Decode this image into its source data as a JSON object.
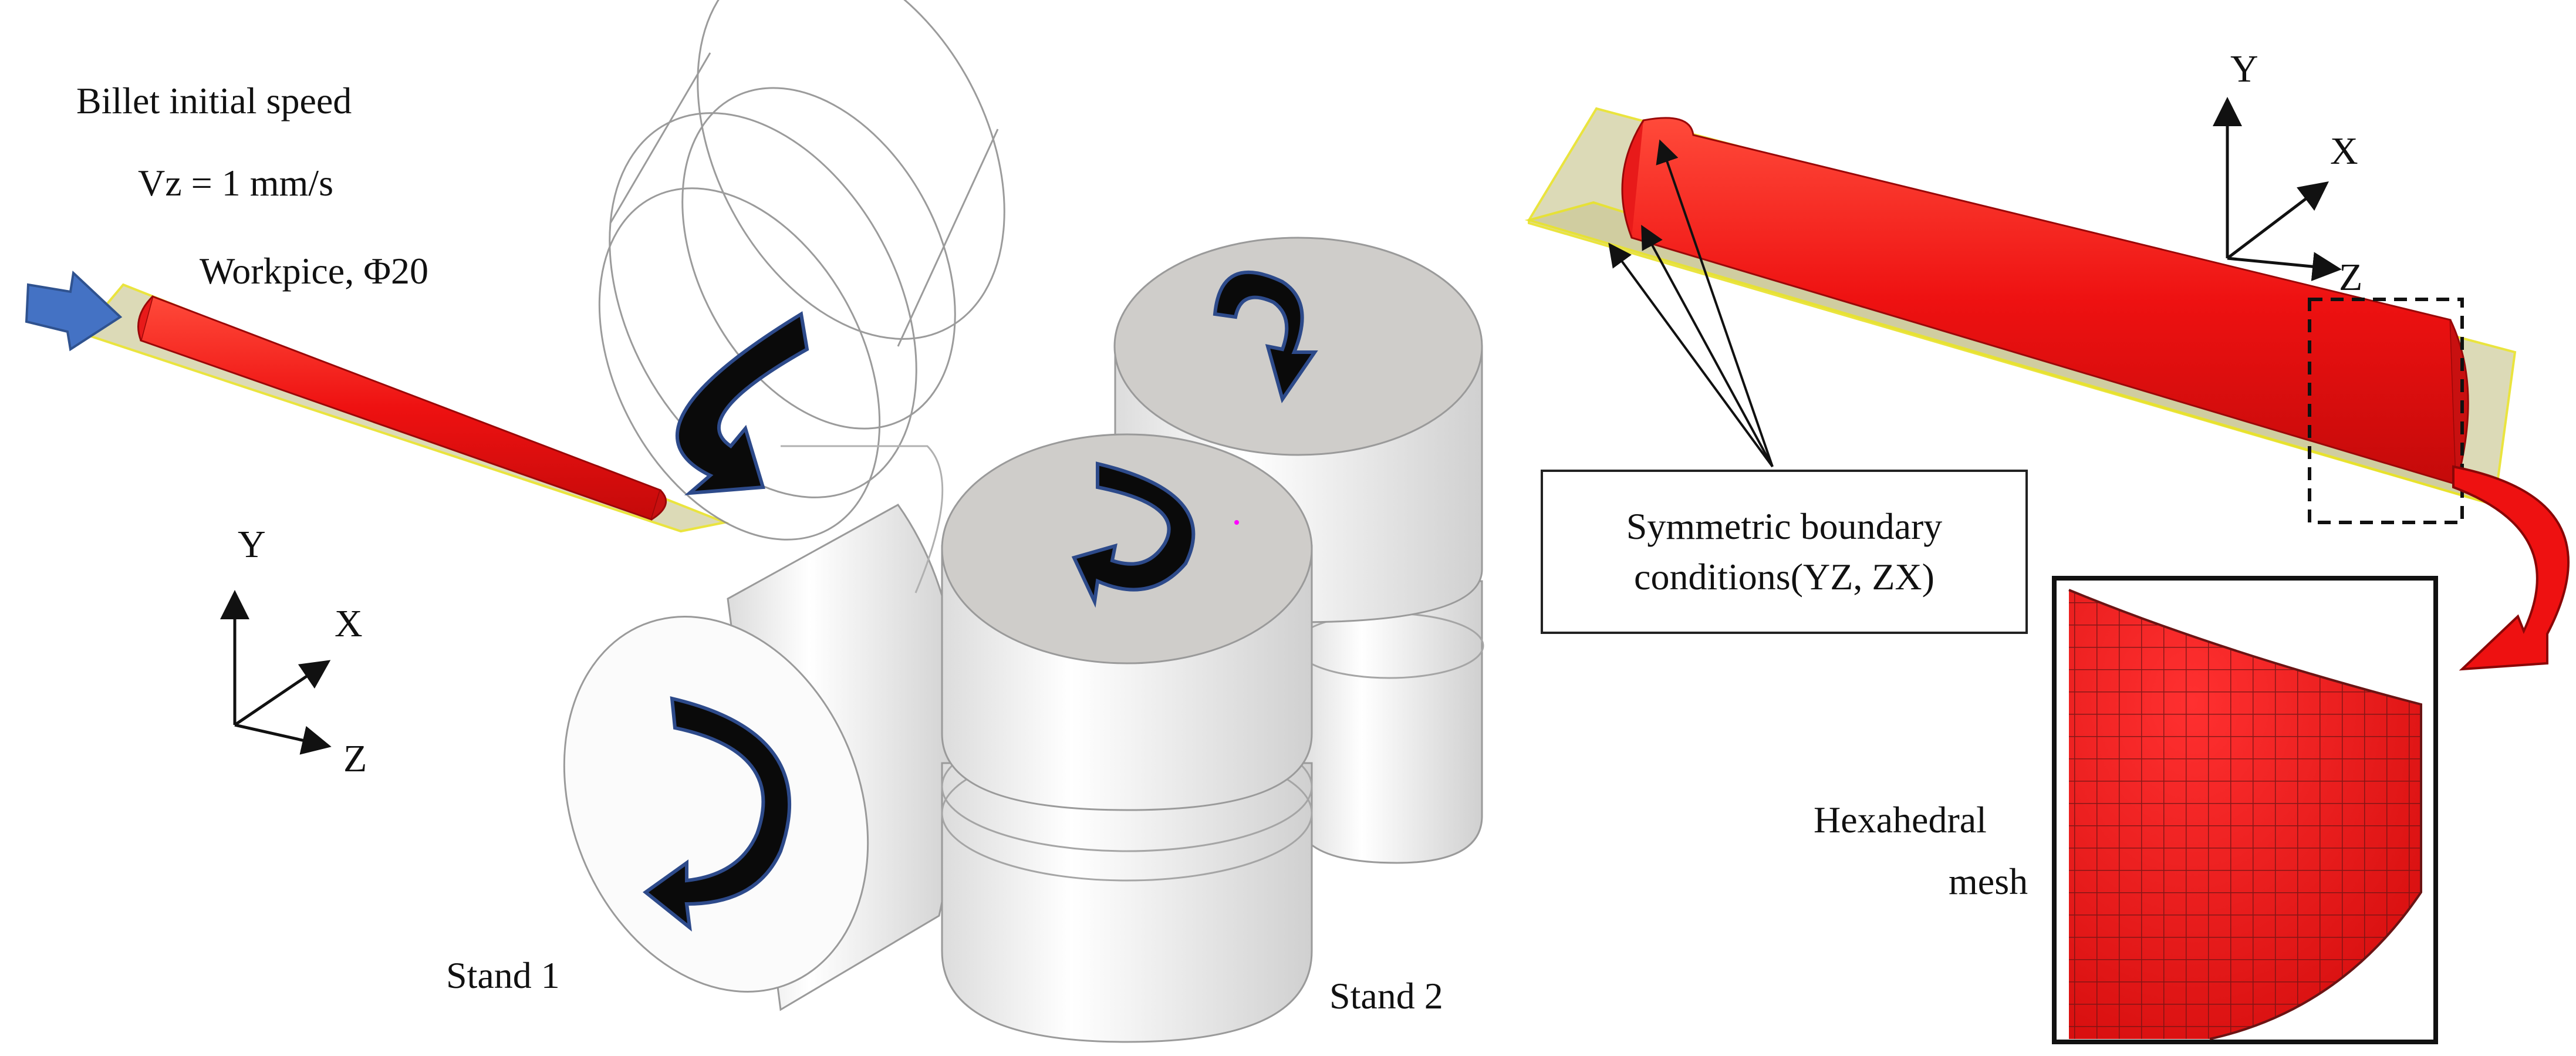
{
  "labels": {
    "billet_line1": "Billet initial speed",
    "billet_line2": "Vz = 1 mm/s",
    "workpiece": "Workpice, Φ20",
    "stand1": "Stand 1",
    "stand2": "Stand 2",
    "symmetric_line1": "Symmetric boundary",
    "symmetric_line2": "conditions(YZ, ZX)",
    "hexa_line1": "Hexahedral",
    "hexa_line2": "mesh"
  },
  "axes_left": {
    "y": "Y",
    "x": "X",
    "z": "Z"
  },
  "axes_right": {
    "y": "Y",
    "x": "X",
    "z": "Z"
  },
  "colors": {
    "workpiece": "#ee1111",
    "roll_face": "#cfcdca",
    "roll_side": "#efefef",
    "rotation_arrow": "#0a0a0a",
    "rotation_arrow_outline": "#2d4a8a",
    "input_arrow": "#4472c4",
    "symmetry_plane": "#d9d6b0",
    "mesh_line": "#7a1a1a"
  }
}
